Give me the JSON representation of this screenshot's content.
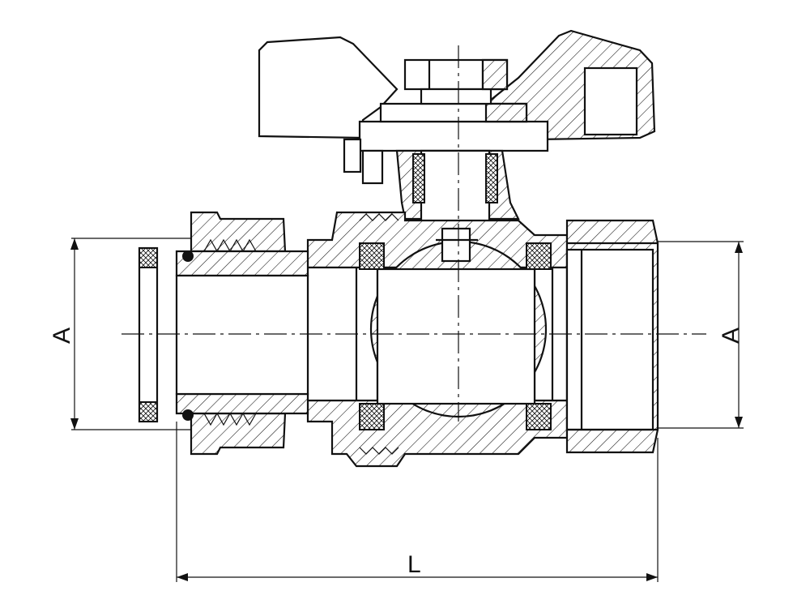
{
  "diagram": {
    "labels": {
      "dim_left": "A",
      "dim_right": "A",
      "dim_length": "L"
    },
    "colors": {
      "line": "#111111",
      "background": "#ffffff",
      "seal_fill": "#cccccc"
    }
  }
}
